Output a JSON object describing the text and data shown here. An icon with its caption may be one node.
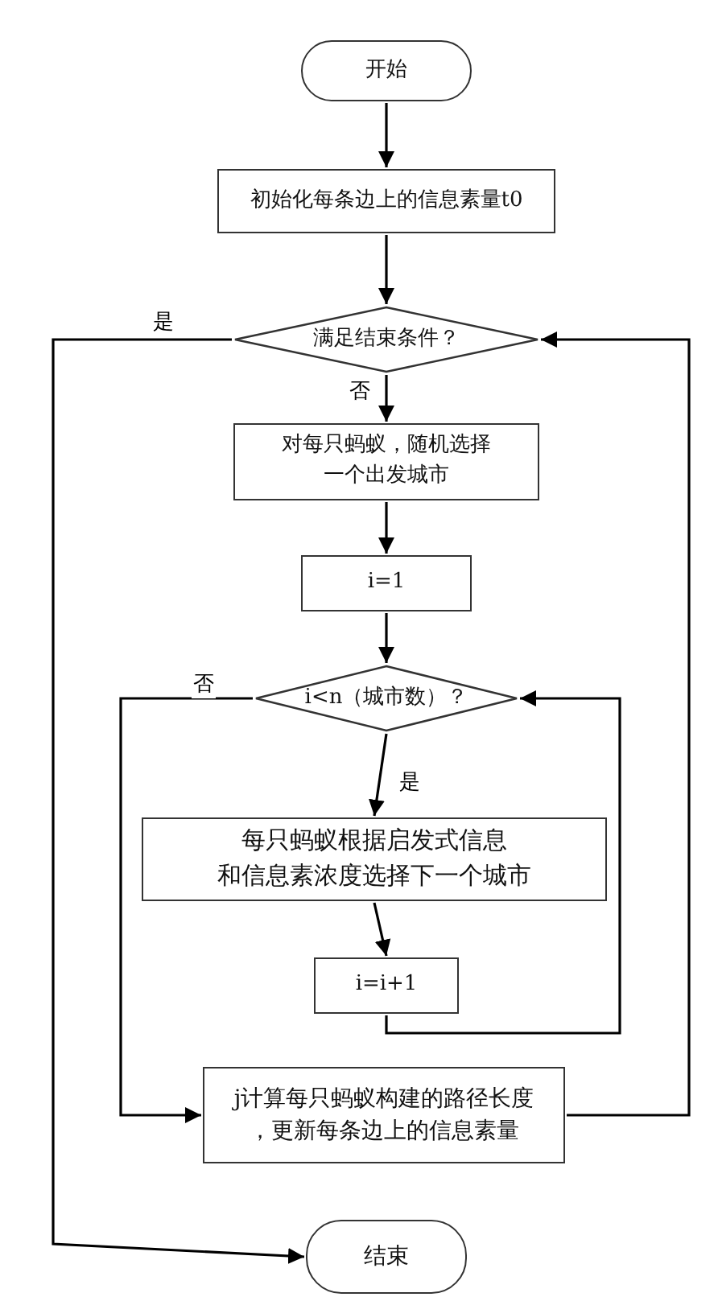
{
  "diagram": {
    "nodes": [
      {
        "text": [
          "开始"
        ]
      },
      {
        "text": [
          "初始化每条边上的信息素量t0"
        ]
      },
      {
        "text": [
          "满足结束条件？"
        ]
      },
      {
        "text": [
          "对每只蚂蚁，随机选择一个出发城市"
        ]
      },
      {
        "text": [
          "i=1"
        ]
      },
      {
        "text": [
          "i<n（城市数）？"
        ]
      },
      {
        "text": [
          "每只蚂蚁根据启发式信息和信息素浓度选择下一个城市"
        ]
      },
      {
        "text": [
          "i=i+1"
        ]
      },
      {
        "text": [
          "j计算每只蚂蚁构建的路径长度，更新每条边上的信息素量"
        ]
      },
      {
        "text": [
          "结束"
        ]
      }
    ],
    "edges": [
      {
        "from": 0,
        "to": 1,
        "arrow": "to"
      },
      {
        "from": 1,
        "to": 2,
        "arrow": "to"
      },
      {
        "from": 2,
        "to": 3,
        "arrow": "to",
        "label": "否"
      },
      {
        "from": 3,
        "to": 4,
        "arrow": "to"
      },
      {
        "from": 4,
        "to": 5,
        "arrow": "to"
      },
      {
        "from": 5,
        "to": 6,
        "arrow": "to",
        "label": "是"
      },
      {
        "from": 6,
        "to": 7,
        "arrow": "to"
      },
      {
        "from": 7,
        "to": 5,
        "arrow": "to"
      },
      {
        "from": 5,
        "to": 8,
        "arrow": "to",
        "label": "否"
      },
      {
        "from": 8,
        "to": 2,
        "arrow": "to"
      },
      {
        "from": 2,
        "to": 9,
        "arrow": "to",
        "label": "是"
      }
    ]
  }
}
